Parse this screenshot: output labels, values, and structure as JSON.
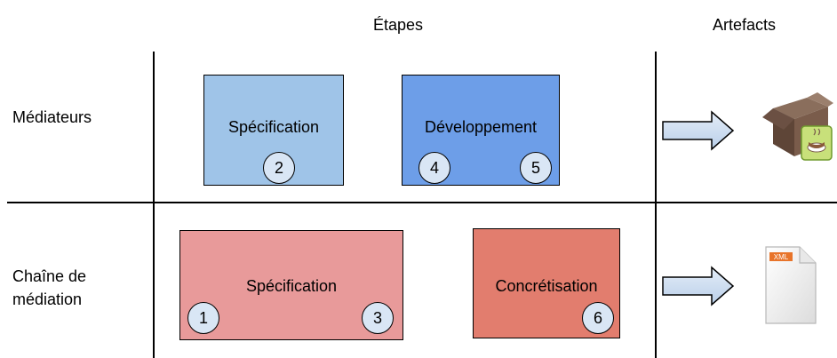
{
  "headers": {
    "steps": "Étapes",
    "artifacts": "Artefacts"
  },
  "rows": {
    "mediators": "Médiateurs",
    "chain": "Chaîne de\nmédiation"
  },
  "boxes": {
    "spec_top": {
      "title": "Spécification",
      "badges": [
        "2"
      ],
      "color": "#9fc4e8"
    },
    "dev": {
      "title": "Développement",
      "badges": [
        "4",
        "5"
      ],
      "color": "#6d9ee8"
    },
    "spec_bottom": {
      "title": "Spécification",
      "badges": [
        "1",
        "3"
      ],
      "color": "#e89a9a"
    },
    "concret": {
      "title": "Concrétisation",
      "badges": [
        "6"
      ],
      "color": "#e27d6e"
    }
  },
  "artifacts": {
    "top_icon": "java-package-box-icon",
    "bottom_icon": "xml-document-icon",
    "xml_tag": "XML"
  }
}
